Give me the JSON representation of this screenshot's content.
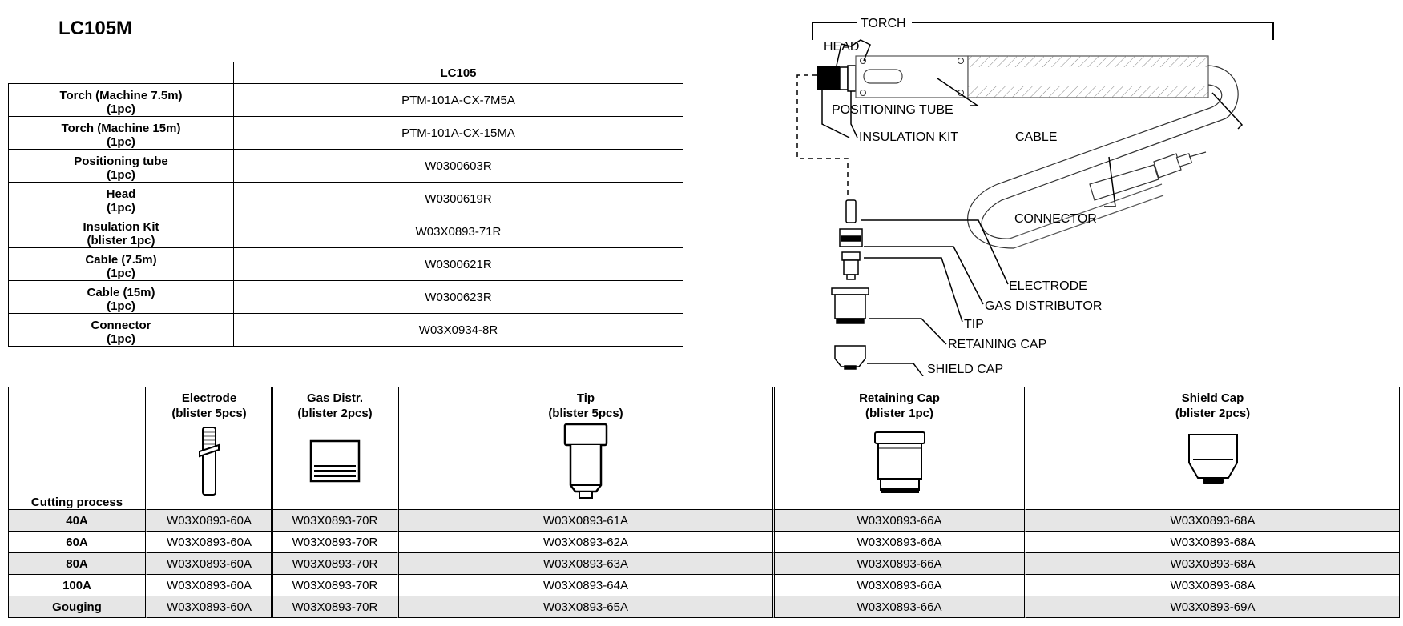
{
  "title": "LC105M",
  "parts_table": {
    "model_header": "LC105",
    "rows": [
      {
        "name": "Torch (Machine 7.5m)",
        "qty": "(1pc)",
        "code": "PTM-101A-CX-7M5A"
      },
      {
        "name": "Torch (Machine 15m)",
        "qty": "(1pc)",
        "code": "PTM-101A-CX-15MA"
      },
      {
        "name": "Positioning tube",
        "qty": "(1pc)",
        "code": "W0300603R"
      },
      {
        "name": "Head",
        "qty": "(1pc)",
        "code": "W0300619R"
      },
      {
        "name": "Insulation Kit",
        "qty": "(blister 1pc)",
        "code": "W03X0893-71R"
      },
      {
        "name": "Cable (7.5m)",
        "qty": "(1pc)",
        "code": "W0300621R"
      },
      {
        "name": "Cable (15m)",
        "qty": "(1pc)",
        "code": "W0300623R"
      },
      {
        "name": "Connector",
        "qty": "(1pc)",
        "code": "W03X0934-8R"
      }
    ]
  },
  "diagram": {
    "labels": {
      "torch": "TORCH",
      "head": "HEAD",
      "positioning_tube": "POSITIONING TUBE",
      "insulation_kit": "INSULATION KIT",
      "cable": "CABLE",
      "connector": "CONNECTOR",
      "electrode": "ELECTRODE",
      "gas_distributor": "GAS DISTRIBUTOR",
      "tip": "TIP",
      "retaining_cap": "RETAINING CAP",
      "shield_cap": "SHIELD CAP"
    }
  },
  "consumables_table": {
    "process_header": "Cutting process",
    "columns": [
      {
        "name": "Electrode",
        "pack": "(blister 5pcs)",
        "icon": "electrode-icon"
      },
      {
        "name": "Gas Distr.",
        "pack": "(blister 2pcs)",
        "icon": "gas-distributor-icon"
      },
      {
        "name": "Tip",
        "pack": "(blister 5pcs)",
        "icon": "tip-icon"
      },
      {
        "name": "Retaining Cap",
        "pack": "(blister 1pc)",
        "icon": "retaining-cap-icon"
      },
      {
        "name": "Shield Cap",
        "pack": "(blister 2pcs)",
        "icon": "shield-cap-icon"
      }
    ],
    "rows": [
      {
        "process": "40A",
        "codes": [
          "W03X0893-60A",
          "W03X0893-70R",
          "W03X0893-61A",
          "W03X0893-66A",
          "W03X0893-68A"
        ]
      },
      {
        "process": "60A",
        "codes": [
          "W03X0893-60A",
          "W03X0893-70R",
          "W03X0893-62A",
          "W03X0893-66A",
          "W03X0893-68A"
        ]
      },
      {
        "process": "80A",
        "codes": [
          "W03X0893-60A",
          "W03X0893-70R",
          "W03X0893-63A",
          "W03X0893-66A",
          "W03X0893-68A"
        ]
      },
      {
        "process": "100A",
        "codes": [
          "W03X0893-60A",
          "W03X0893-70R",
          "W03X0893-64A",
          "W03X0893-66A",
          "W03X0893-68A"
        ]
      },
      {
        "process": "Gouging",
        "codes": [
          "W03X0893-60A",
          "W03X0893-70R",
          "W03X0893-65A",
          "W03X0893-66A",
          "W03X0893-69A"
        ]
      }
    ]
  },
  "colors": {
    "shaded_row": "#e6e6e6",
    "line": "#000000"
  }
}
